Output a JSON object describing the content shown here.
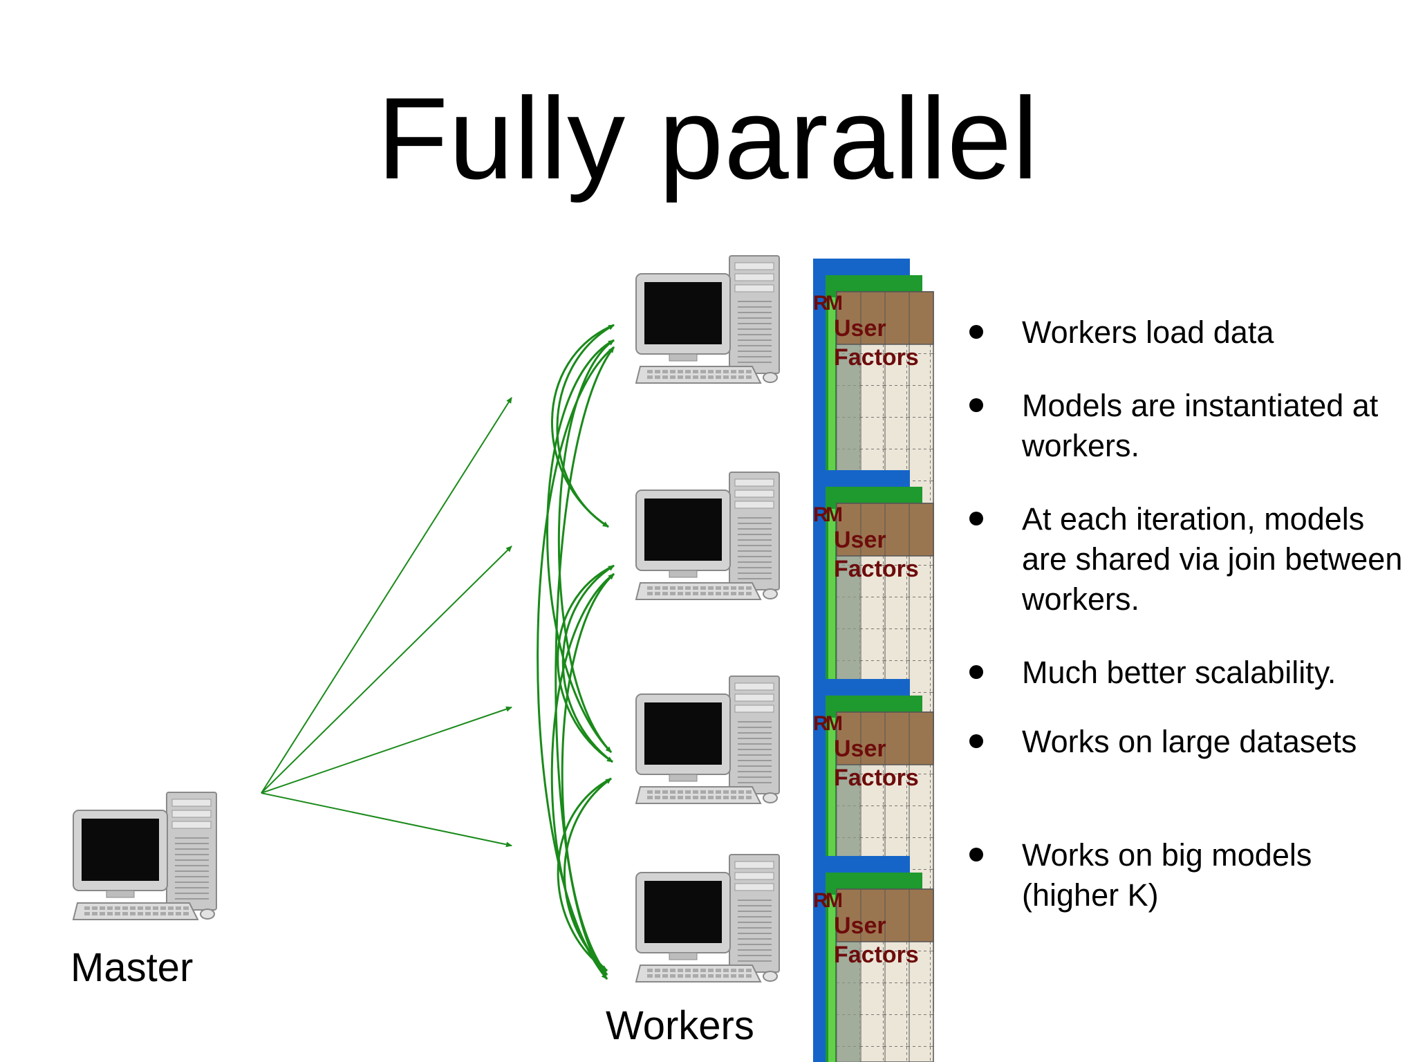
{
  "title": "Fully parallel",
  "master_label": "Master",
  "workers_label": "Workers",
  "stack": {
    "front_label_line1": "User",
    "front_label_line2": "Factors",
    "back_label_fragment": "R",
    "mid_label_fragment": "M"
  },
  "bullets": [
    "Workers load data",
    "Models are instantiated at workers.",
    "At each iteration, models are shared via join between workers.",
    "Much better scalability.",
    "Works on large datasets",
    "Works on big models (higher K)"
  ],
  "colors": {
    "arrow": "#1a8a1a",
    "stack_blue": "#1565c8",
    "stack_green": "#1e9a2e",
    "stack_front": "#9a7650",
    "stack_body": "#ece6d8",
    "label_text": "#6d0c0c"
  },
  "icons": {
    "computer": "desktop-computer-icon",
    "bullet": "bullet-dot-icon"
  }
}
